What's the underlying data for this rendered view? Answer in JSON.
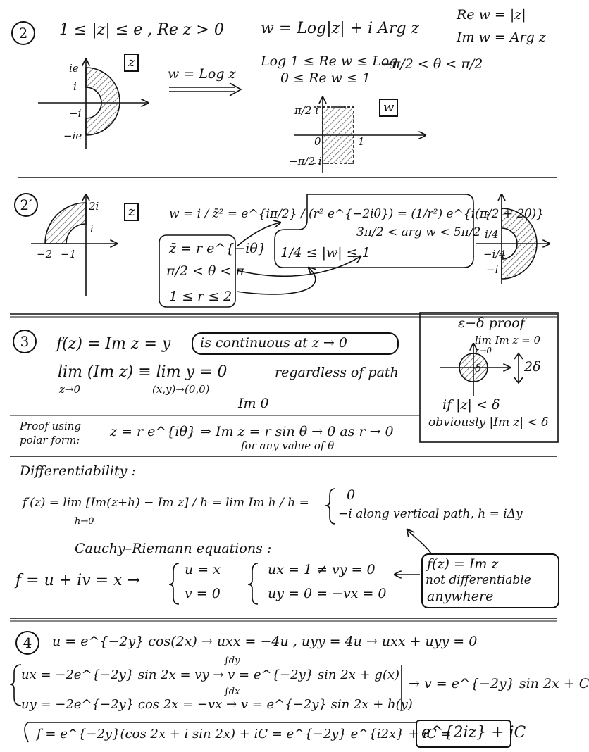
{
  "p2": {
    "num": "2",
    "cond": "1 ≤ |z| ≤ e , Re z > 0",
    "wdef": "w = Log|z| + i Arg z",
    "rew": "Re w = |z|",
    "imw": "Im w = Arg z",
    "map": "w = Log z",
    "ineq1": "Log 1 ≤ Re w ≤ Log",
    "ineq2": "0 ≤ Re w ≤ 1",
    "theta": "−π/2 < θ < π/2",
    "zbox": "z",
    "wbox": "w",
    "zlabels": [
      "ie",
      "i",
      "−i",
      "−ie"
    ],
    "wlabels": [
      "π/2 i",
      "0",
      "1",
      "−π/2 i"
    ]
  },
  "p2b": {
    "num": "2′",
    "zbox": "z",
    "wexpr": "w = i / z̄² = e^{iπ/2} / (r² e^{−2iθ}) = (1/r²) e^{i(π/2 + 2θ)}",
    "zbar": "z̄ = r e^{−iθ}",
    "th": "π/2 < θ < π",
    "rr": "1 ≤ r ≤ 2",
    "wmod": "1/4 ≤ |w| ≤ 1",
    "argw": "3π/2 < arg w < 5π/2",
    "zlabels": [
      "2i",
      "i",
      "−2",
      "−1"
    ],
    "wlabels": [
      "i",
      "i/4",
      "−i/4",
      "−i"
    ]
  },
  "p3": {
    "num": "3",
    "line1": "f(z) = Im z = y",
    "cont": "is continuous at z → 0",
    "line2": "lim (Im z) ≡ lim y = 0",
    "sub1": "z→0",
    "sub2": "(x,y)→(0,0)",
    "path": "regardless of path",
    "im0": "Im 0",
    "eps": "ε−δ proof",
    "limim": "lim Im z = 0",
    "limsub": "z→0",
    "twod": "2δ",
    "delta": "δ",
    "ifz": "if |z| < δ",
    "obv": "obviously |Im z| < δ",
    "proofA": "Proof using",
    "proofB": "polar form:",
    "polar": "z = r e^{iθ} ⇒ Im z = r sin θ → 0 as r → 0",
    "anyval": "for any value of θ"
  },
  "diff": {
    "title": "Differentiability :",
    "fprime": "f′(z) = lim  [Im(z+h) − Im z] / h = lim  Im h / h =",
    "hsub": "h→0",
    "case0": "0",
    "case1": "−i along vertical path, h = iΔy",
    "cr": "Cauchy–Riemann equations :",
    "fuv": "f = u + iv = x →",
    "u": "u = x",
    "v": "v = 0",
    "ux": "ux = 1 ≠ vy = 0",
    "uy": "uy = 0 = −vx = 0",
    "nd1": "f(z) = Im z",
    "nd2": "not differentiable",
    "nd3": "anywhere"
  },
  "p4": {
    "num": "4",
    "line1": "u = e^{−2y} cos(2x) → uxx = −4u , uyy = 4u → uxx + uyy = 0",
    "ux": "ux = −2e^{−2y} sin 2x = vy → v = e^{−2y} sin 2x + g(x)",
    "uy": "uy = −2e^{−2y} cos 2x = −vx → v = e^{−2y} sin 2x + h(y)",
    "int1": "∫dy",
    "int2": "∫dx",
    "vres": "→ v = e^{−2y} sin 2x + C",
    "fline": "f = e^{−2y}(cos 2x + i sin 2x) + iC = e^{−2y} e^{i2x} + iC =",
    "final": "e^{2iz} + iC"
  },
  "colors": {
    "ink": "#111111",
    "paper": "#ffffff",
    "hatch": "#333333"
  }
}
